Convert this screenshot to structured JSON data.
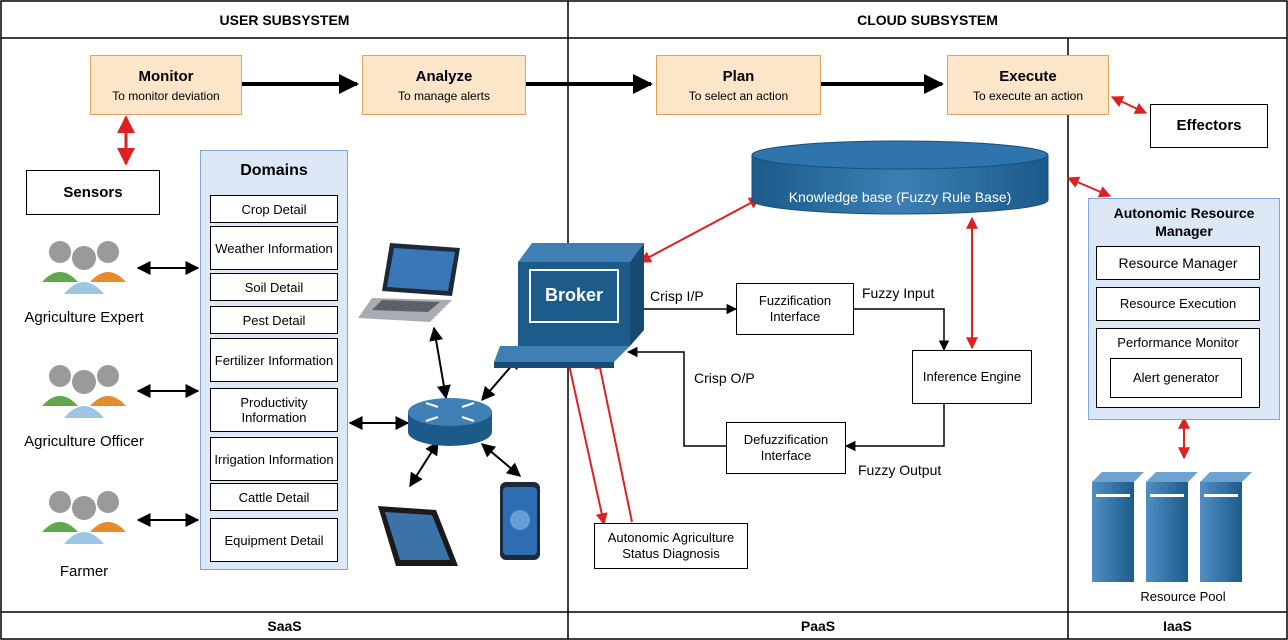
{
  "headers": {
    "user_subsystem": "USER SUBSYSTEM",
    "cloud_subsystem": "CLOUD SUBSYSTEM"
  },
  "footers": {
    "saas": "SaaS",
    "paas": "PaaS",
    "iaas": "IaaS"
  },
  "mape": {
    "monitor": {
      "title": "Monitor",
      "subtitle": "To monitor deviation"
    },
    "analyze": {
      "title": "Analyze",
      "subtitle": "To manage alerts"
    },
    "plan": {
      "title": "Plan",
      "subtitle": "To select an action"
    },
    "execute": {
      "title": "Execute",
      "subtitle": "To execute an action"
    }
  },
  "sensors": "Sensors",
  "effectors": "Effectors",
  "domains": {
    "title": "Domains",
    "items": [
      "Crop Detail",
      "Weather Information",
      "Soil Detail",
      "Pest Detail",
      "Fertilizer Information",
      "Productivity Information",
      "Irrigation Information",
      "Cattle Detail",
      "Equipment Detail"
    ]
  },
  "actors": {
    "expert": "Agriculture Expert",
    "officer": "Agriculture Officer",
    "farmer": "Farmer"
  },
  "broker": "Broker",
  "knowledge_base": "Knowledge base (Fuzzy Rule Base)",
  "fuzzy": {
    "crisp_ip": "Crisp I/P",
    "fuzzy_input": "Fuzzy Input",
    "fuzzification": "Fuzzification Interface",
    "inference": "Inference Engine",
    "crisp_op": "Crisp O/P",
    "defuzzification": "Defuzzification Interface",
    "fuzzy_output": "Fuzzy Output"
  },
  "diagnosis": "Autonomic Agriculture Status Diagnosis",
  "arm": {
    "title": "Autonomic Resource Manager",
    "resource_manager": "Resource Manager",
    "resource_execution": "Resource Execution",
    "performance_monitor": "Performance Monitor",
    "alert_generator": "Alert generator"
  },
  "resource_pool": "Resource Pool",
  "colors": {
    "mape_fill": "#fce5c9",
    "mape_border": "#e0a35c",
    "panel_fill": "#dce8f5",
    "panel_border": "#7ea6d4",
    "broker_blue": "#1d5b8a",
    "red_arrow": "#e02020"
  }
}
